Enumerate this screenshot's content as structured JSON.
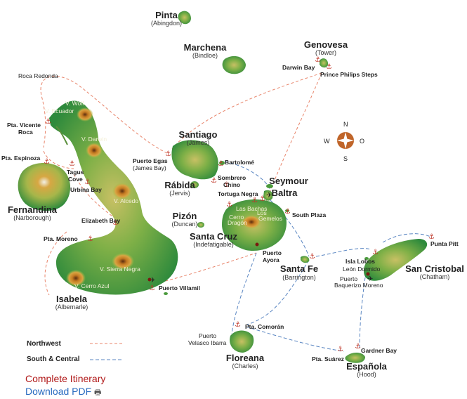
{
  "islands": {
    "pinta": {
      "name": "Pinta",
      "alt": "(Abingdon)"
    },
    "marchena": {
      "name": "Marchena",
      "alt": "(Bindloe)"
    },
    "genovesa": {
      "name": "Genovesa",
      "alt": "(Tower)"
    },
    "santiago": {
      "name": "Santiago",
      "alt": "(James)"
    },
    "rabida": {
      "name": "Rábida",
      "alt": "(Jervis)"
    },
    "seymour": {
      "name": "Seymour",
      "alt": ""
    },
    "baltra": {
      "name": "Baltra",
      "alt": ""
    },
    "fernandina": {
      "name": "Fernandina",
      "alt": "(Narborough)"
    },
    "pizon": {
      "name": "Pizón",
      "alt": "(Duncan)"
    },
    "santacruz": {
      "name": "Santa Cruz",
      "alt": "(Indefatigable)"
    },
    "santafe": {
      "name": "Santa Fe",
      "alt": "(Barrington)"
    },
    "sancristobal": {
      "name": "San Cristobal",
      "alt": "(Chatham)"
    },
    "isabela": {
      "name": "Isabela",
      "alt": "(Albemarle)"
    },
    "floreana": {
      "name": "Floreana",
      "alt": "(Charles)"
    },
    "espanola": {
      "name": "Española",
      "alt": "(Hood)"
    }
  },
  "sites": {
    "darwin_bay": "Darwin Bay",
    "prince_philips": "Prince Philips Steps",
    "roca_redonda": "Roca Redonda",
    "pta_vicente_roca_1": "Pta. Vicente",
    "pta_vicente_roca_2": "Roca",
    "pta_espinoza": "Pta. Espinoza",
    "tagus_cove_1": "Tagus",
    "tagus_cove_2": "Cove",
    "urbina_bay": "Urbina Bay",
    "elizabeth_bay": "Elizabeth Bay",
    "pta_moreno": "Pta. Moreno",
    "puerto_egas_1": "Puerto Egas",
    "puerto_egas_2": "(James Bay)",
    "bartolome": "Bartolomé",
    "sombrero_chino_1": "Sombrero",
    "sombrero_chino_2": "Chino",
    "tortuga_negra": "Tortuga Negra",
    "las_bachas": "Las Bachas",
    "los_gemelos_1": "Los",
    "los_gemelos_2": "Gemelos",
    "cerro_dragon_1": "Cerro",
    "cerro_dragon_2": "Dragón",
    "south_plaza": "South Plaza",
    "puerto_ayora_1": "Puerto",
    "puerto_ayora_2": "Ayora",
    "puerto_villamil": "Puerto Villamil",
    "punta_pitt": "Punta Pitt",
    "isla_lobos": "Isla Lobos",
    "leon_dormido": "León Dormido",
    "puerto_baquerizo_1": "Puerto",
    "puerto_baquerizo_2": "Baquerizo Moreno",
    "pta_comoran": "Pta. Comorán",
    "puerto_velasco_1": "Puerto",
    "puerto_velasco_2": "Velasco Ibarra",
    "gardner_bay": "Gardner Bay",
    "pta_suarez": "Pta. Suárez"
  },
  "volcanoes": {
    "wolf": "V. Wolf",
    "ecuador": "V. Ecuador",
    "darwin": "V. Darwin",
    "alcedo": "V. Alcedo",
    "sierra_negra": "V. Sierra Negra",
    "cerro_azul": "V. Cerro Azul"
  },
  "compass": {
    "n": "N",
    "s": "S",
    "e": "O",
    "w": "W"
  },
  "legend": {
    "northwest": {
      "label": "Northwest",
      "color": "#e8846a"
    },
    "south_central": {
      "label": "South & Central",
      "color": "#5a86c2"
    }
  },
  "links": {
    "itinerary": "Complete Itinerary",
    "download": "Download PDF",
    "print_icon": "printer-icon"
  },
  "colors": {
    "land_low": "#2f8f3a",
    "land_mid": "#9fbf48",
    "land_high": "#d08a2c",
    "anchor": "#c0392b",
    "compass": "#c0652a"
  }
}
